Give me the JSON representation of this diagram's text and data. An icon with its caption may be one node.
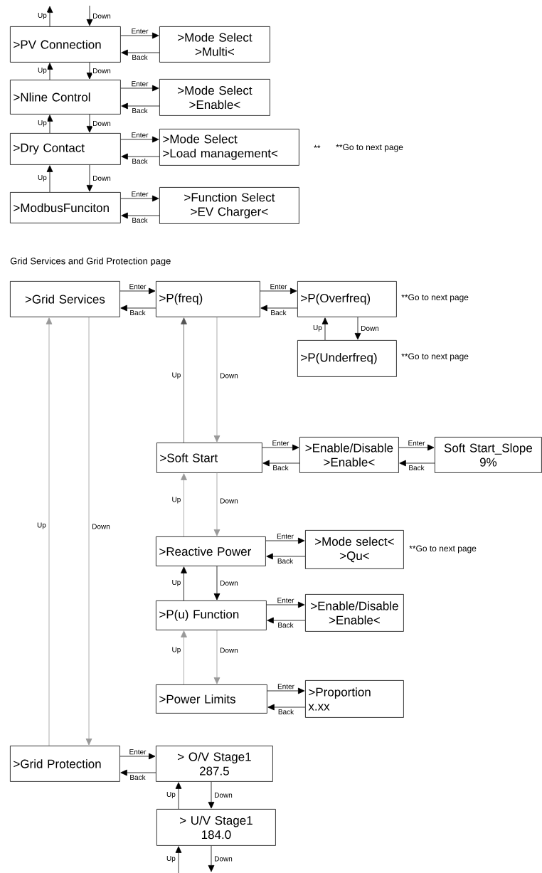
{
  "diagram": {
    "nodes": [
      {
        "text": [
          ">PV Connection"
        ]
      },
      {
        "text": [
          ">Mode Select",
          ">Multi<"
        ]
      },
      {
        "text": [
          ">Nline Control"
        ]
      },
      {
        "text": [
          ">Mode Select",
          ">Enable<"
        ]
      },
      {
        "text": [
          ">Dry Contact"
        ]
      },
      {
        "text": [
          ">Mode Select",
          ">Load management<"
        ],
        "beside": [
          "**",
          "**Go to next page"
        ]
      },
      {
        "text": [
          ">ModbusFunciton"
        ]
      },
      {
        "text": [
          ">Function Select",
          ">EV Charger<"
        ]
      },
      {
        "text": [
          ">Grid Services"
        ]
      },
      {
        "text": [
          ">P(freq)"
        ]
      },
      {
        "text": [
          ">P(Overfreq)"
        ],
        "beside": [
          "**Go to next page"
        ]
      },
      {
        "text": [
          ">P(Underfreq)"
        ],
        "beside": [
          "**Go to next page"
        ]
      },
      {
        "text": [
          ">Soft Start"
        ]
      },
      {
        "text": [
          ">Enable/Disable",
          ">Enable<"
        ]
      },
      {
        "text": [
          "Soft Start_Slope",
          "9%"
        ]
      },
      {
        "text": [
          ">Reactive Power"
        ]
      },
      {
        "text": [
          ">Mode select<",
          ">Qu<"
        ],
        "beside": [
          "**Go to next page"
        ]
      },
      {
        "text": [
          ">P(u) Function"
        ]
      },
      {
        "text": [
          ">Enable/Disable",
          ">Enable<"
        ]
      },
      {
        "text": [
          ">Power Limits"
        ]
      },
      {
        "text": [
          ">Proportion",
          "x.xx"
        ]
      },
      {
        "text": [
          ">Grid Protection"
        ]
      },
      {
        "text": [
          "> O/V Stage1",
          "287.5"
        ]
      },
      {
        "text": [
          "> U/V Stage1",
          "184.0"
        ]
      }
    ],
    "edges": [
      {
        "from": 0,
        "to": null,
        "arrow": "to",
        "label": "Up"
      },
      {
        "from": null,
        "to": 0,
        "arrow": "to",
        "label": "Down"
      },
      {
        "from": 0,
        "to": 1,
        "arrow": "to",
        "label": "Enter"
      },
      {
        "from": 1,
        "to": 0,
        "arrow": "to",
        "label": "Back"
      },
      {
        "from": 2,
        "to": 0,
        "arrow": "to",
        "label": "Up"
      },
      {
        "from": 0,
        "to": 2,
        "arrow": "to",
        "label": "Down"
      },
      {
        "from": 2,
        "to": 3,
        "arrow": "to",
        "label": "Enter"
      },
      {
        "from": 3,
        "to": 2,
        "arrow": "to",
        "label": "Back"
      },
      {
        "from": 4,
        "to": 2,
        "arrow": "to",
        "label": "Up"
      },
      {
        "from": 2,
        "to": 4,
        "arrow": "to",
        "label": "Down"
      },
      {
        "from": 4,
        "to": 5,
        "arrow": "to",
        "label": "Enter"
      },
      {
        "from": 5,
        "to": 4,
        "arrow": "to",
        "label": "Back"
      },
      {
        "from": 6,
        "to": 4,
        "arrow": "to",
        "label": "Up"
      },
      {
        "from": 4,
        "to": 6,
        "arrow": "to",
        "label": "Down"
      },
      {
        "from": 6,
        "to": 7,
        "arrow": "to",
        "label": "Enter"
      },
      {
        "from": 7,
        "to": 6,
        "arrow": "to",
        "label": "Back"
      },
      {
        "from": 8,
        "to": 9,
        "arrow": "to",
        "label": "Enter"
      },
      {
        "from": 9,
        "to": 8,
        "arrow": "to",
        "label": "Back"
      },
      {
        "from": 9,
        "to": 10,
        "arrow": "to",
        "label": "Enter"
      },
      {
        "from": 10,
        "to": 9,
        "arrow": "to",
        "label": "Back"
      },
      {
        "from": 11,
        "to": 10,
        "arrow": "to",
        "label": "Up"
      },
      {
        "from": 10,
        "to": 11,
        "arrow": "to",
        "label": "Down"
      },
      {
        "from": 12,
        "to": 9,
        "arrow": "to",
        "label": "Up",
        "color": "#555555"
      },
      {
        "from": 9,
        "to": 12,
        "arrow": "to",
        "label": "Down",
        "color": "#999999"
      },
      {
        "from": 12,
        "to": 13,
        "arrow": "to",
        "label": "Enter"
      },
      {
        "from": 13,
        "to": 12,
        "arrow": "to",
        "label": "Back"
      },
      {
        "from": 13,
        "to": 14,
        "arrow": "to",
        "label": "Enter"
      },
      {
        "from": 14,
        "to": 13,
        "arrow": "to",
        "label": "Back"
      },
      {
        "from": 15,
        "to": 12,
        "arrow": "to",
        "label": "Up",
        "color": "#999999"
      },
      {
        "from": 12,
        "to": 15,
        "arrow": "to",
        "label": "Down",
        "color": "#999999"
      },
      {
        "from": 15,
        "to": 16,
        "arrow": "to",
        "label": "Enter"
      },
      {
        "from": 16,
        "to": 15,
        "arrow": "to",
        "label": "Back"
      },
      {
        "from": 17,
        "to": 15,
        "arrow": "to",
        "label": "Up"
      },
      {
        "from": 15,
        "to": 17,
        "arrow": "to",
        "label": "Down"
      },
      {
        "from": 17,
        "to": 18,
        "arrow": "to",
        "label": "Enter"
      },
      {
        "from": 18,
        "to": 17,
        "arrow": "to",
        "label": "Back"
      },
      {
        "from": 19,
        "to": 17,
        "arrow": "to",
        "label": "Up",
        "color": "#999999"
      },
      {
        "from": 17,
        "to": 19,
        "arrow": "to",
        "label": "Down",
        "color": "#999999"
      },
      {
        "from": 19,
        "to": 20,
        "arrow": "to",
        "label": "Enter"
      },
      {
        "from": 20,
        "to": 19,
        "arrow": "to",
        "label": "Back"
      },
      {
        "from": 21,
        "to": 8,
        "arrow": "to",
        "label": "Up",
        "color": "#999999"
      },
      {
        "from": 8,
        "to": 21,
        "arrow": "to",
        "label": "Down",
        "color": "#999999"
      },
      {
        "from": 21,
        "to": 22,
        "arrow": "to",
        "label": "Enter"
      },
      {
        "from": 22,
        "to": 21,
        "arrow": "to",
        "label": "Back"
      },
      {
        "from": 23,
        "to": 22,
        "arrow": "to",
        "label": "Up"
      },
      {
        "from": 22,
        "to": 23,
        "arrow": "to",
        "label": "Down"
      },
      {
        "from": null,
        "to": 23,
        "arrow": "to",
        "label": "Up"
      },
      {
        "from": 23,
        "to": null,
        "arrow": "to",
        "label": "Down"
      }
    ],
    "labels": [
      "Grid Services and Grid Protection page"
    ]
  }
}
